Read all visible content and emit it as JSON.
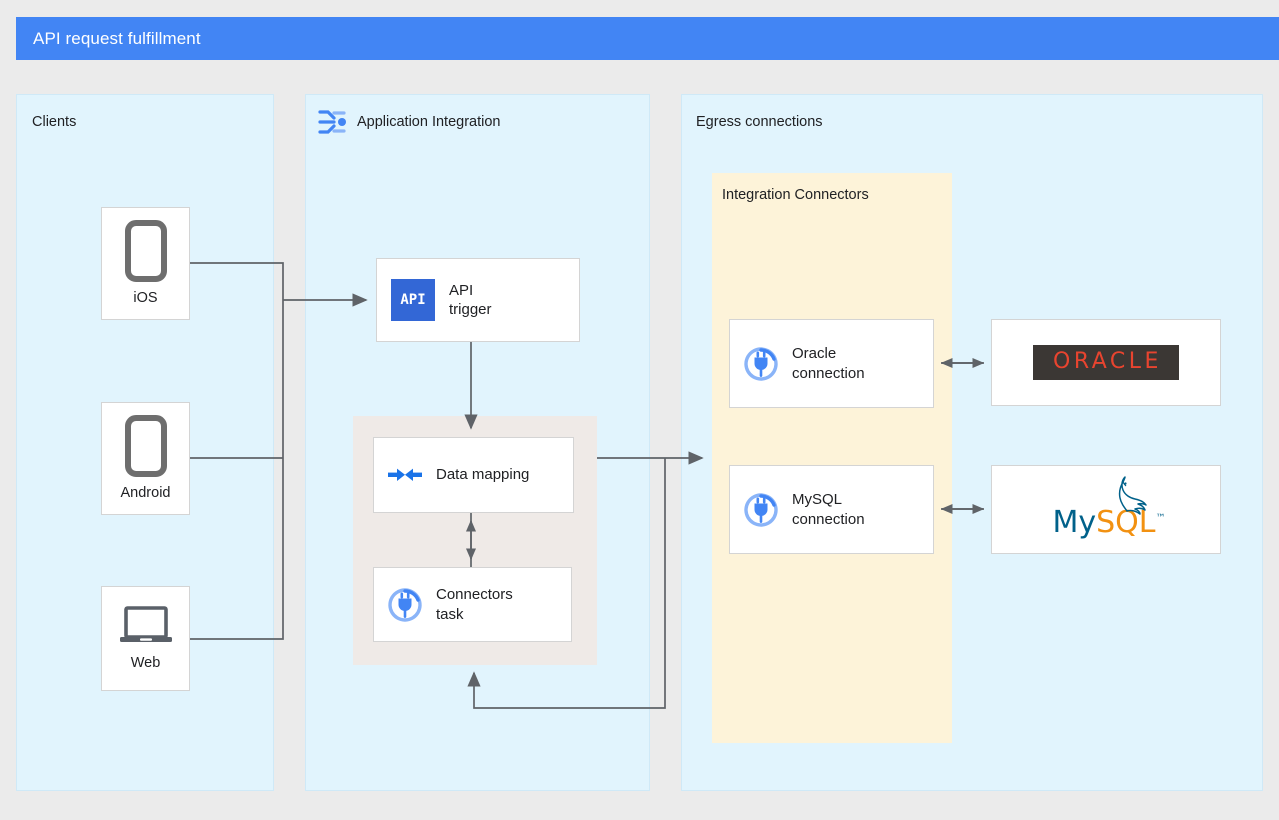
{
  "header": {
    "title": "API request fulfillment",
    "bg_color": "#4285f4",
    "text_color": "#ffffff"
  },
  "panels": {
    "clients": {
      "label": "Clients",
      "bg_color": "#e1f4fd"
    },
    "application_integration": {
      "label": "Application Integration",
      "icon": "application-integration-icon",
      "bg_color": "#e1f4fd"
    },
    "egress": {
      "label": "Egress connections",
      "bg_color": "#e1f4fd"
    },
    "integration_connectors": {
      "label": "Integration Connectors",
      "bg_color": "#fdf3d9"
    }
  },
  "clients": [
    {
      "label": "iOS",
      "icon": "mobile-phone-icon"
    },
    {
      "label": "Android",
      "icon": "mobile-phone-icon"
    },
    {
      "label": "Web",
      "icon": "laptop-icon"
    }
  ],
  "integration_nodes": {
    "api_trigger": {
      "label": "API\ntrigger",
      "icon": "api-chip-icon",
      "chip_text": "API",
      "chip_color": "#3367d6"
    },
    "data_mapping": {
      "label": "Data mapping",
      "icon": "data-mapping-icon"
    },
    "connectors_task": {
      "label": "Connectors\ntask",
      "icon": "connector-plug-icon"
    }
  },
  "connections": [
    {
      "label": "Oracle\nconnection",
      "icon": "connector-plug-icon",
      "target_logo": "oracle-logo",
      "target_text": "ORACLE"
    },
    {
      "label": "MySQL\nconnection",
      "icon": "connector-plug-icon",
      "target_logo": "mysql-logo",
      "target_text": "MySQL"
    }
  ],
  "logos": {
    "oracle": {
      "text": "ORACLE",
      "text_color": "#e8442f",
      "bg_color": "#3b3734"
    },
    "mysql": {
      "prefix": "My",
      "suffix": "SQL",
      "trademark": "™",
      "prefix_color": "#00618a",
      "suffix_color": "#f29111"
    }
  },
  "colors": {
    "accent_blue": "#4285f4",
    "line_gray": "#5f6368",
    "panel_blue": "#e1f4fd",
    "group_gray": "#efeae7",
    "connectors_yellow": "#fdf3d9",
    "page_bg": "#ebebeb"
  }
}
